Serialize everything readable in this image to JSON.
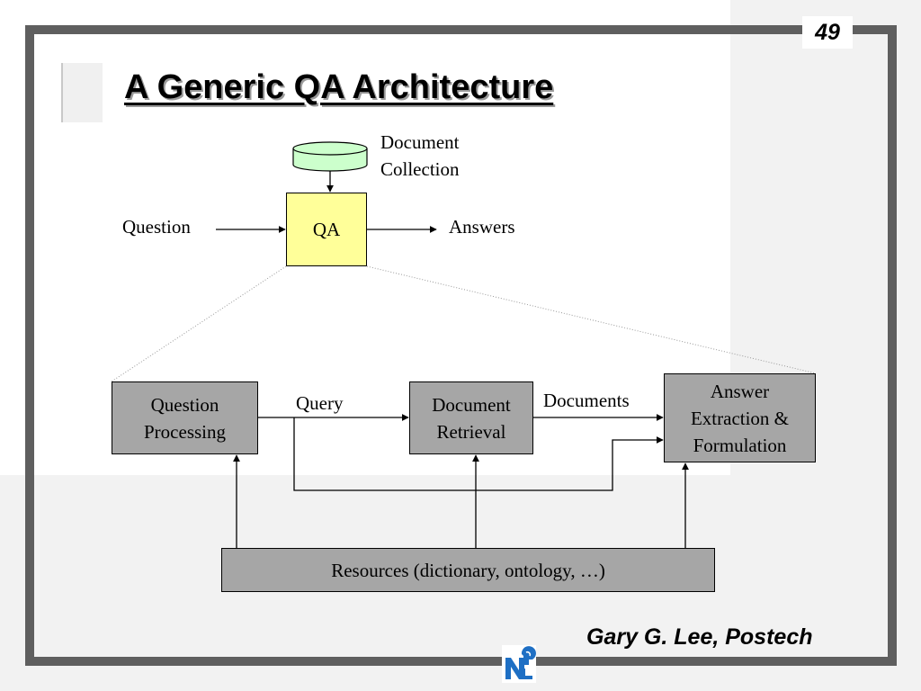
{
  "page_number": "49",
  "title": "A Generic QA Architecture",
  "top_diagram": {
    "document_collection": [
      "Document",
      "Collection"
    ],
    "qa_box": "QA",
    "input_label": "Question",
    "output_label": "Answers"
  },
  "pipeline": {
    "question_processing": [
      "Question",
      "Processing"
    ],
    "document_retrieval": [
      "Document",
      "Retrieval"
    ],
    "answer_extraction": [
      "Answer",
      "Extraction &",
      "Formulation"
    ],
    "query_label": "Query",
    "documents_label": "Documents",
    "resources": "Resources (dictionary, ontology, …)"
  },
  "footer": {
    "author": "Gary G. Lee, Postech",
    "logo": "NLP-logo-icon"
  },
  "colors": {
    "frame": "#5f5f5f",
    "qa_box": "#ffff99",
    "cylinder": "#ccffcc",
    "process_box": "#a6a6a6",
    "logo_blue": "#1e6fc4"
  }
}
